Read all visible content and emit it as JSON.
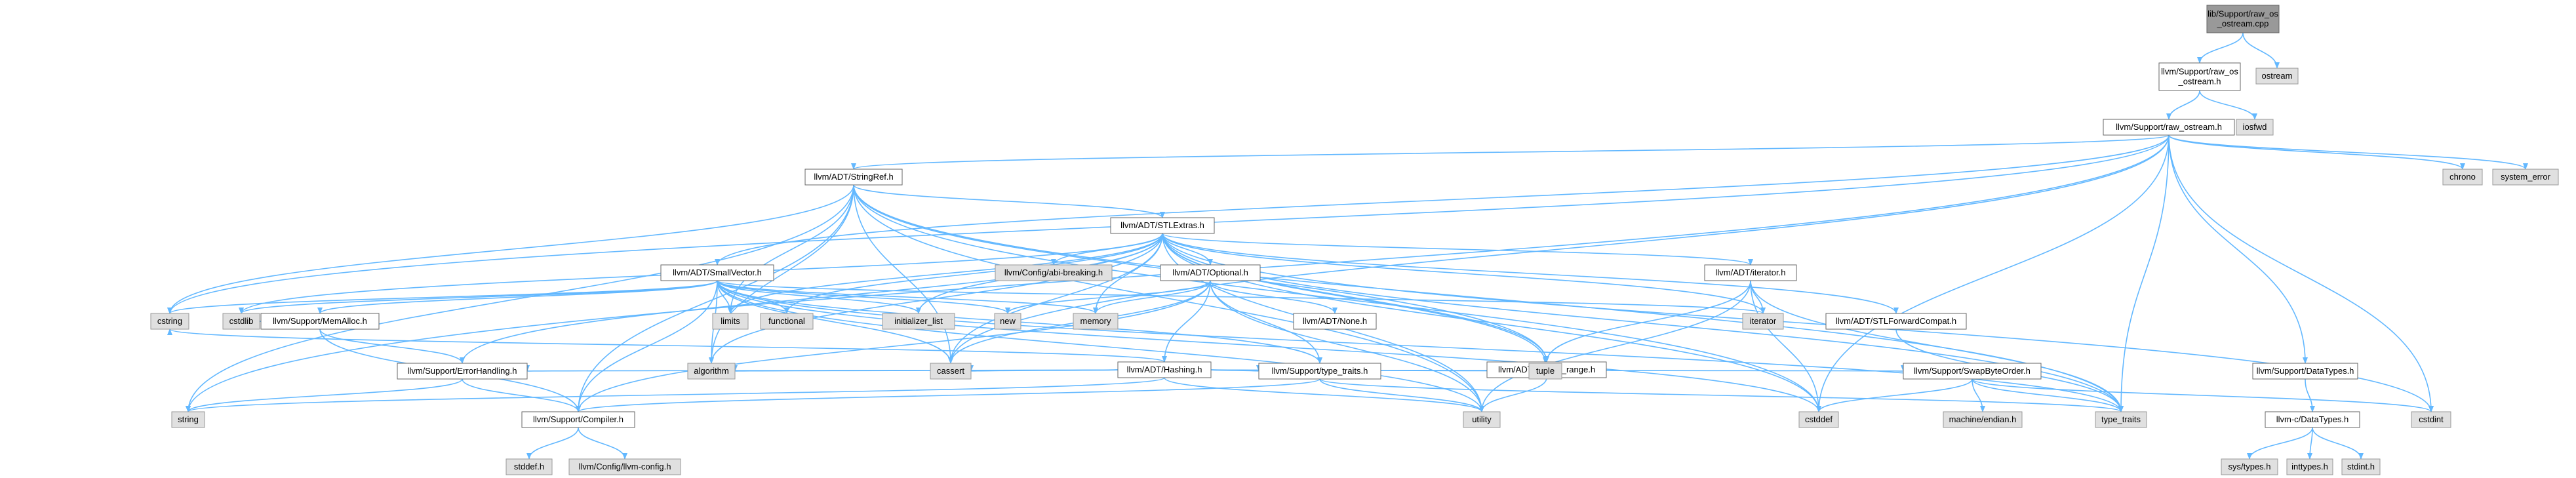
{
  "colors": {
    "edge": "#63b8ff",
    "node_file_fill": "#ffffff",
    "node_file_border": "#666666",
    "node_system_fill": "#e0e0e0",
    "node_system_border": "#999999",
    "node_root_fill": "#999999"
  },
  "nodes": [
    {
      "id": "raw_os_ostream_cpp",
      "lines": [
        "lib/Support/raw_os",
        "_ostream.cpp"
      ],
      "kind": "root"
    },
    {
      "id": "raw_os_ostream_h",
      "lines": [
        "llvm/Support/raw_os",
        "_ostream.h"
      ],
      "kind": "file"
    },
    {
      "id": "ostream",
      "lines": [
        "ostream"
      ],
      "kind": "system"
    },
    {
      "id": "iosfwd",
      "lines": [
        "iosfwd"
      ],
      "kind": "system"
    },
    {
      "id": "raw_ostream_h",
      "lines": [
        "llvm/Support/raw_ostream.h"
      ],
      "kind": "file"
    },
    {
      "id": "chrono",
      "lines": [
        "chrono"
      ],
      "kind": "system"
    },
    {
      "id": "system_error",
      "lines": [
        "system_error"
      ],
      "kind": "system"
    },
    {
      "id": "stringref_h",
      "lines": [
        "llvm/ADT/StringRef.h"
      ],
      "kind": "file"
    },
    {
      "id": "stlextras_h",
      "lines": [
        "llvm/ADT/STLExtras.h"
      ],
      "kind": "file"
    },
    {
      "id": "abi_breaking_h",
      "lines": [
        "llvm/Config/abi-breaking.h"
      ],
      "kind": "system"
    },
    {
      "id": "smallvector_h",
      "lines": [
        "llvm/ADT/SmallVector.h"
      ],
      "kind": "file"
    },
    {
      "id": "optional_h",
      "lines": [
        "llvm/ADT/Optional.h"
      ],
      "kind": "file"
    },
    {
      "id": "iterator_h",
      "lines": [
        "llvm/ADT/iterator.h"
      ],
      "kind": "file"
    },
    {
      "id": "memalloc_h",
      "lines": [
        "llvm/Support/MemAlloc.h"
      ],
      "kind": "file"
    },
    {
      "id": "limits",
      "lines": [
        "limits"
      ],
      "kind": "system"
    },
    {
      "id": "functional",
      "lines": [
        "functional"
      ],
      "kind": "system"
    },
    {
      "id": "initializer_list",
      "lines": [
        "initializer_list"
      ],
      "kind": "system"
    },
    {
      "id": "new",
      "lines": [
        "new"
      ],
      "kind": "system"
    },
    {
      "id": "memory",
      "lines": [
        "memory"
      ],
      "kind": "system"
    },
    {
      "id": "none_h",
      "lines": [
        "llvm/ADT/None.h"
      ],
      "kind": "file"
    },
    {
      "id": "iterator",
      "lines": [
        "iterator"
      ],
      "kind": "system"
    },
    {
      "id": "stlforwardcompat_h",
      "lines": [
        "llvm/ADT/STLForwardCompat.h"
      ],
      "kind": "file"
    },
    {
      "id": "hashing_h",
      "lines": [
        "llvm/ADT/Hashing.h"
      ],
      "kind": "file"
    },
    {
      "id": "iterator_range_h",
      "lines": [
        "llvm/ADT/iterator_range.h"
      ],
      "kind": "file"
    },
    {
      "id": "cstring",
      "lines": [
        "cstring"
      ],
      "kind": "system"
    },
    {
      "id": "cstdlib",
      "lines": [
        "cstdlib"
      ],
      "kind": "system"
    },
    {
      "id": "errorhandling_h",
      "lines": [
        "llvm/Support/ErrorHandling.h"
      ],
      "kind": "file"
    },
    {
      "id": "algorithm",
      "lines": [
        "algorithm"
      ],
      "kind": "system"
    },
    {
      "id": "cassert",
      "lines": [
        "cassert"
      ],
      "kind": "system"
    },
    {
      "id": "tuple",
      "lines": [
        "tuple"
      ],
      "kind": "system"
    },
    {
      "id": "type_traits_h",
      "lines": [
        "llvm/Support/type_traits.h"
      ],
      "kind": "file"
    },
    {
      "id": "swapbyteorder_h",
      "lines": [
        "llvm/Support/SwapByteOrder.h"
      ],
      "kind": "file"
    },
    {
      "id": "datatypes_h",
      "lines": [
        "llvm/Support/DataTypes.h"
      ],
      "kind": "file"
    },
    {
      "id": "cstdint",
      "lines": [
        "cstdint"
      ],
      "kind": "system"
    },
    {
      "id": "string",
      "lines": [
        "string"
      ],
      "kind": "system"
    },
    {
      "id": "compiler_h",
      "lines": [
        "llvm/Support/Compiler.h"
      ],
      "kind": "file"
    },
    {
      "id": "utility",
      "lines": [
        "utility"
      ],
      "kind": "system"
    },
    {
      "id": "cstddef",
      "lines": [
        "cstddef"
      ],
      "kind": "system"
    },
    {
      "id": "machine_endian_h",
      "lines": [
        "machine/endian.h"
      ],
      "kind": "system"
    },
    {
      "id": "type_traits",
      "lines": [
        "type_traits"
      ],
      "kind": "system"
    },
    {
      "id": "llvm_c_datatypes_h",
      "lines": [
        "llvm-c/DataTypes.h"
      ],
      "kind": "file"
    },
    {
      "id": "stddef_h",
      "lines": [
        "stddef.h"
      ],
      "kind": "system"
    },
    {
      "id": "llvm_config_h",
      "lines": [
        "llvm/Config/llvm-config.h"
      ],
      "kind": "system"
    },
    {
      "id": "sys_types_h",
      "lines": [
        "sys/types.h"
      ],
      "kind": "system"
    },
    {
      "id": "inttypes_h",
      "lines": [
        "inttypes.h"
      ],
      "kind": "system"
    },
    {
      "id": "stdint_h",
      "lines": [
        "stdint.h"
      ],
      "kind": "system"
    }
  ],
  "edges": [
    [
      "raw_os_ostream_cpp",
      "raw_os_ostream_h"
    ],
    [
      "raw_os_ostream_cpp",
      "ostream"
    ],
    [
      "raw_os_ostream_h",
      "raw_ostream_h"
    ],
    [
      "raw_os_ostream_h",
      "iosfwd"
    ],
    [
      "raw_ostream_h",
      "stringref_h"
    ],
    [
      "raw_ostream_h",
      "smallvector_h"
    ],
    [
      "raw_ostream_h",
      "datatypes_h"
    ],
    [
      "raw_ostream_h",
      "cassert"
    ],
    [
      "raw_ostream_h",
      "chrono"
    ],
    [
      "raw_ostream_h",
      "cstddef"
    ],
    [
      "raw_ostream_h",
      "cstdint"
    ],
    [
      "raw_ostream_h",
      "cstring"
    ],
    [
      "raw_ostream_h",
      "string"
    ],
    [
      "raw_ostream_h",
      "type_traits"
    ],
    [
      "raw_ostream_h",
      "system_error"
    ],
    [
      "stringref_h",
      "stlextras_h"
    ],
    [
      "stringref_h",
      "iterator_range_h"
    ],
    [
      "stringref_h",
      "compiler_h"
    ],
    [
      "stringref_h",
      "algorithm"
    ],
    [
      "stringref_h",
      "cassert"
    ],
    [
      "stringref_h",
      "cstddef"
    ],
    [
      "stringref_h",
      "cstring"
    ],
    [
      "stringref_h",
      "limits"
    ],
    [
      "stringref_h",
      "string"
    ],
    [
      "stringref_h",
      "type_traits"
    ],
    [
      "stringref_h",
      "utility"
    ],
    [
      "stlextras_h",
      "optional_h"
    ],
    [
      "stlextras_h",
      "stlforwardcompat_h"
    ],
    [
      "stlextras_h",
      "iterator_h"
    ],
    [
      "stlextras_h",
      "iterator_range_h"
    ],
    [
      "stlextras_h",
      "abi_breaking_h"
    ],
    [
      "stlextras_h",
      "errorhandling_h"
    ],
    [
      "stlextras_h",
      "algorithm"
    ],
    [
      "stlextras_h",
      "cassert"
    ],
    [
      "stlextras_h",
      "cstddef"
    ],
    [
      "stlextras_h",
      "cstdint"
    ],
    [
      "stlextras_h",
      "cstdlib"
    ],
    [
      "stlextras_h",
      "functional"
    ],
    [
      "stlextras_h",
      "initializer_list"
    ],
    [
      "stlextras_h",
      "iterator"
    ],
    [
      "stlextras_h",
      "limits"
    ],
    [
      "stlextras_h",
      "memory"
    ],
    [
      "stlextras_h",
      "tuple"
    ],
    [
      "stlextras_h",
      "type_traits"
    ],
    [
      "stlextras_h",
      "utility"
    ],
    [
      "optional_h",
      "hashing_h"
    ],
    [
      "optional_h",
      "none_h"
    ],
    [
      "optional_h",
      "compiler_h"
    ],
    [
      "optional_h",
      "type_traits_h"
    ],
    [
      "optional_h",
      "cassert"
    ],
    [
      "optional_h",
      "memory"
    ],
    [
      "optional_h",
      "new"
    ],
    [
      "optional_h",
      "utility"
    ],
    [
      "hashing_h",
      "errorhandling_h"
    ],
    [
      "hashing_h",
      "swapbyteorder_h"
    ],
    [
      "hashing_h",
      "type_traits_h"
    ],
    [
      "hashing_h",
      "algorithm"
    ],
    [
      "hashing_h",
      "cassert"
    ],
    [
      "hashing_h",
      "cstring"
    ],
    [
      "hashing_h",
      "string"
    ],
    [
      "hashing_h",
      "tuple"
    ],
    [
      "hashing_h",
      "utility"
    ],
    [
      "iterator_h",
      "iterator_range_h"
    ],
    [
      "iterator_h",
      "cstddef"
    ],
    [
      "iterator_h",
      "iterator"
    ],
    [
      "iterator_h",
      "type_traits"
    ],
    [
      "iterator_h",
      "utility"
    ],
    [
      "smallvector_h",
      "compiler_h"
    ],
    [
      "smallvector_h",
      "memalloc_h"
    ],
    [
      "smallvector_h",
      "type_traits_h"
    ],
    [
      "smallvector_h",
      "algorithm"
    ],
    [
      "smallvector_h",
      "cassert"
    ],
    [
      "smallvector_h",
      "cstddef"
    ],
    [
      "smallvector_h",
      "cstdlib"
    ],
    [
      "smallvector_h",
      "cstring"
    ],
    [
      "smallvector_h",
      "functional"
    ],
    [
      "smallvector_h",
      "initializer_list"
    ],
    [
      "smallvector_h",
      "iterator"
    ],
    [
      "smallvector_h",
      "limits"
    ],
    [
      "smallvector_h",
      "memory"
    ],
    [
      "smallvector_h",
      "new"
    ],
    [
      "smallvector_h",
      "type_traits"
    ],
    [
      "smallvector_h",
      "utility"
    ],
    [
      "memalloc_h",
      "compiler_h"
    ],
    [
      "memalloc_h",
      "errorhandling_h"
    ],
    [
      "memalloc_h",
      "cstdlib"
    ],
    [
      "errorhandling_h",
      "compiler_h"
    ],
    [
      "errorhandling_h",
      "string"
    ],
    [
      "compiler_h",
      "llvm_config_h"
    ],
    [
      "compiler_h",
      "stddef_h"
    ],
    [
      "type_traits_h",
      "compiler_h"
    ],
    [
      "type_traits_h",
      "type_traits"
    ],
    [
      "type_traits_h",
      "utility"
    ],
    [
      "iterator_range_h",
      "utility"
    ],
    [
      "stlforwardcompat_h",
      "type_traits"
    ],
    [
      "swapbyteorder_h",
      "cstddef"
    ],
    [
      "swapbyteorder_h",
      "cstdint"
    ],
    [
      "swapbyteorder_h",
      "type_traits"
    ],
    [
      "swapbyteorder_h",
      "machine_endian_h"
    ],
    [
      "datatypes_h",
      "llvm_c_datatypes_h"
    ],
    [
      "llvm_c_datatypes_h",
      "inttypes_h"
    ],
    [
      "llvm_c_datatypes_h",
      "stdint_h"
    ],
    [
      "llvm_c_datatypes_h",
      "sys_types_h"
    ]
  ]
}
